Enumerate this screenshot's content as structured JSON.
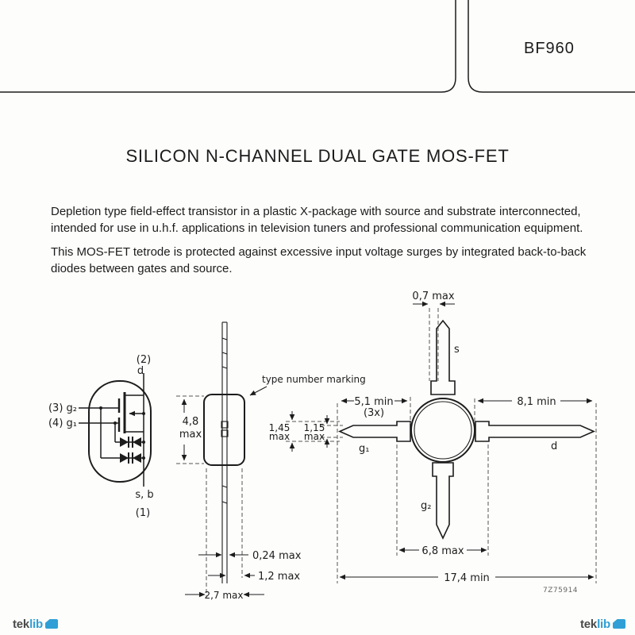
{
  "page": {
    "part_number": "BF960",
    "title": "SILICON N-CHANNEL DUAL GATE MOS-FET",
    "drawing_code": "7Z75914"
  },
  "description": {
    "para1": "Depletion type field-effect transistor in a plastic X-package with source and substrate interconnected, intended for use in u.h.f. applications in television tuners and professional communication equipment.",
    "para2": "This MOS-FET tetrode is protected against excessive input voltage surges by integrated back-to-back diodes between gates and source."
  },
  "symbol": {
    "pin2_num": "(2)",
    "pin2_name": "d",
    "pin3_label": "(3) g₂",
    "pin4_label": "(4) g₁",
    "pin1_name": "s, b",
    "pin1_num": "(1)"
  },
  "side_view": {
    "note": "type number marking",
    "height_val": "4,8",
    "height_suffix": "max",
    "lead_thickness": "0,24 max",
    "lead_offset": "1,2 max",
    "body_width": "2,7 max"
  },
  "top_view": {
    "tab_width": "0,7 max",
    "lead_s": "s",
    "lead_g1": "g₁",
    "lead_g2": "g₂",
    "lead_d": "d",
    "short_lead_len": "5,1 min",
    "short_lead_note": "(3x)",
    "drain_lead_len": "8,1 min",
    "lead_w_max_val": "1,45",
    "lead_w_max_suffix": "max",
    "lead_w_min_val": "1,15",
    "lead_w_min_suffix": "max",
    "gate_span": "6,8 max",
    "total_span": "17,4 min"
  },
  "footer": {
    "logo_prefix": "tek",
    "logo_suffix": "lib"
  },
  "colors": {
    "accent_blue": "#2f9fd6",
    "ink": "#1c1c1c"
  }
}
